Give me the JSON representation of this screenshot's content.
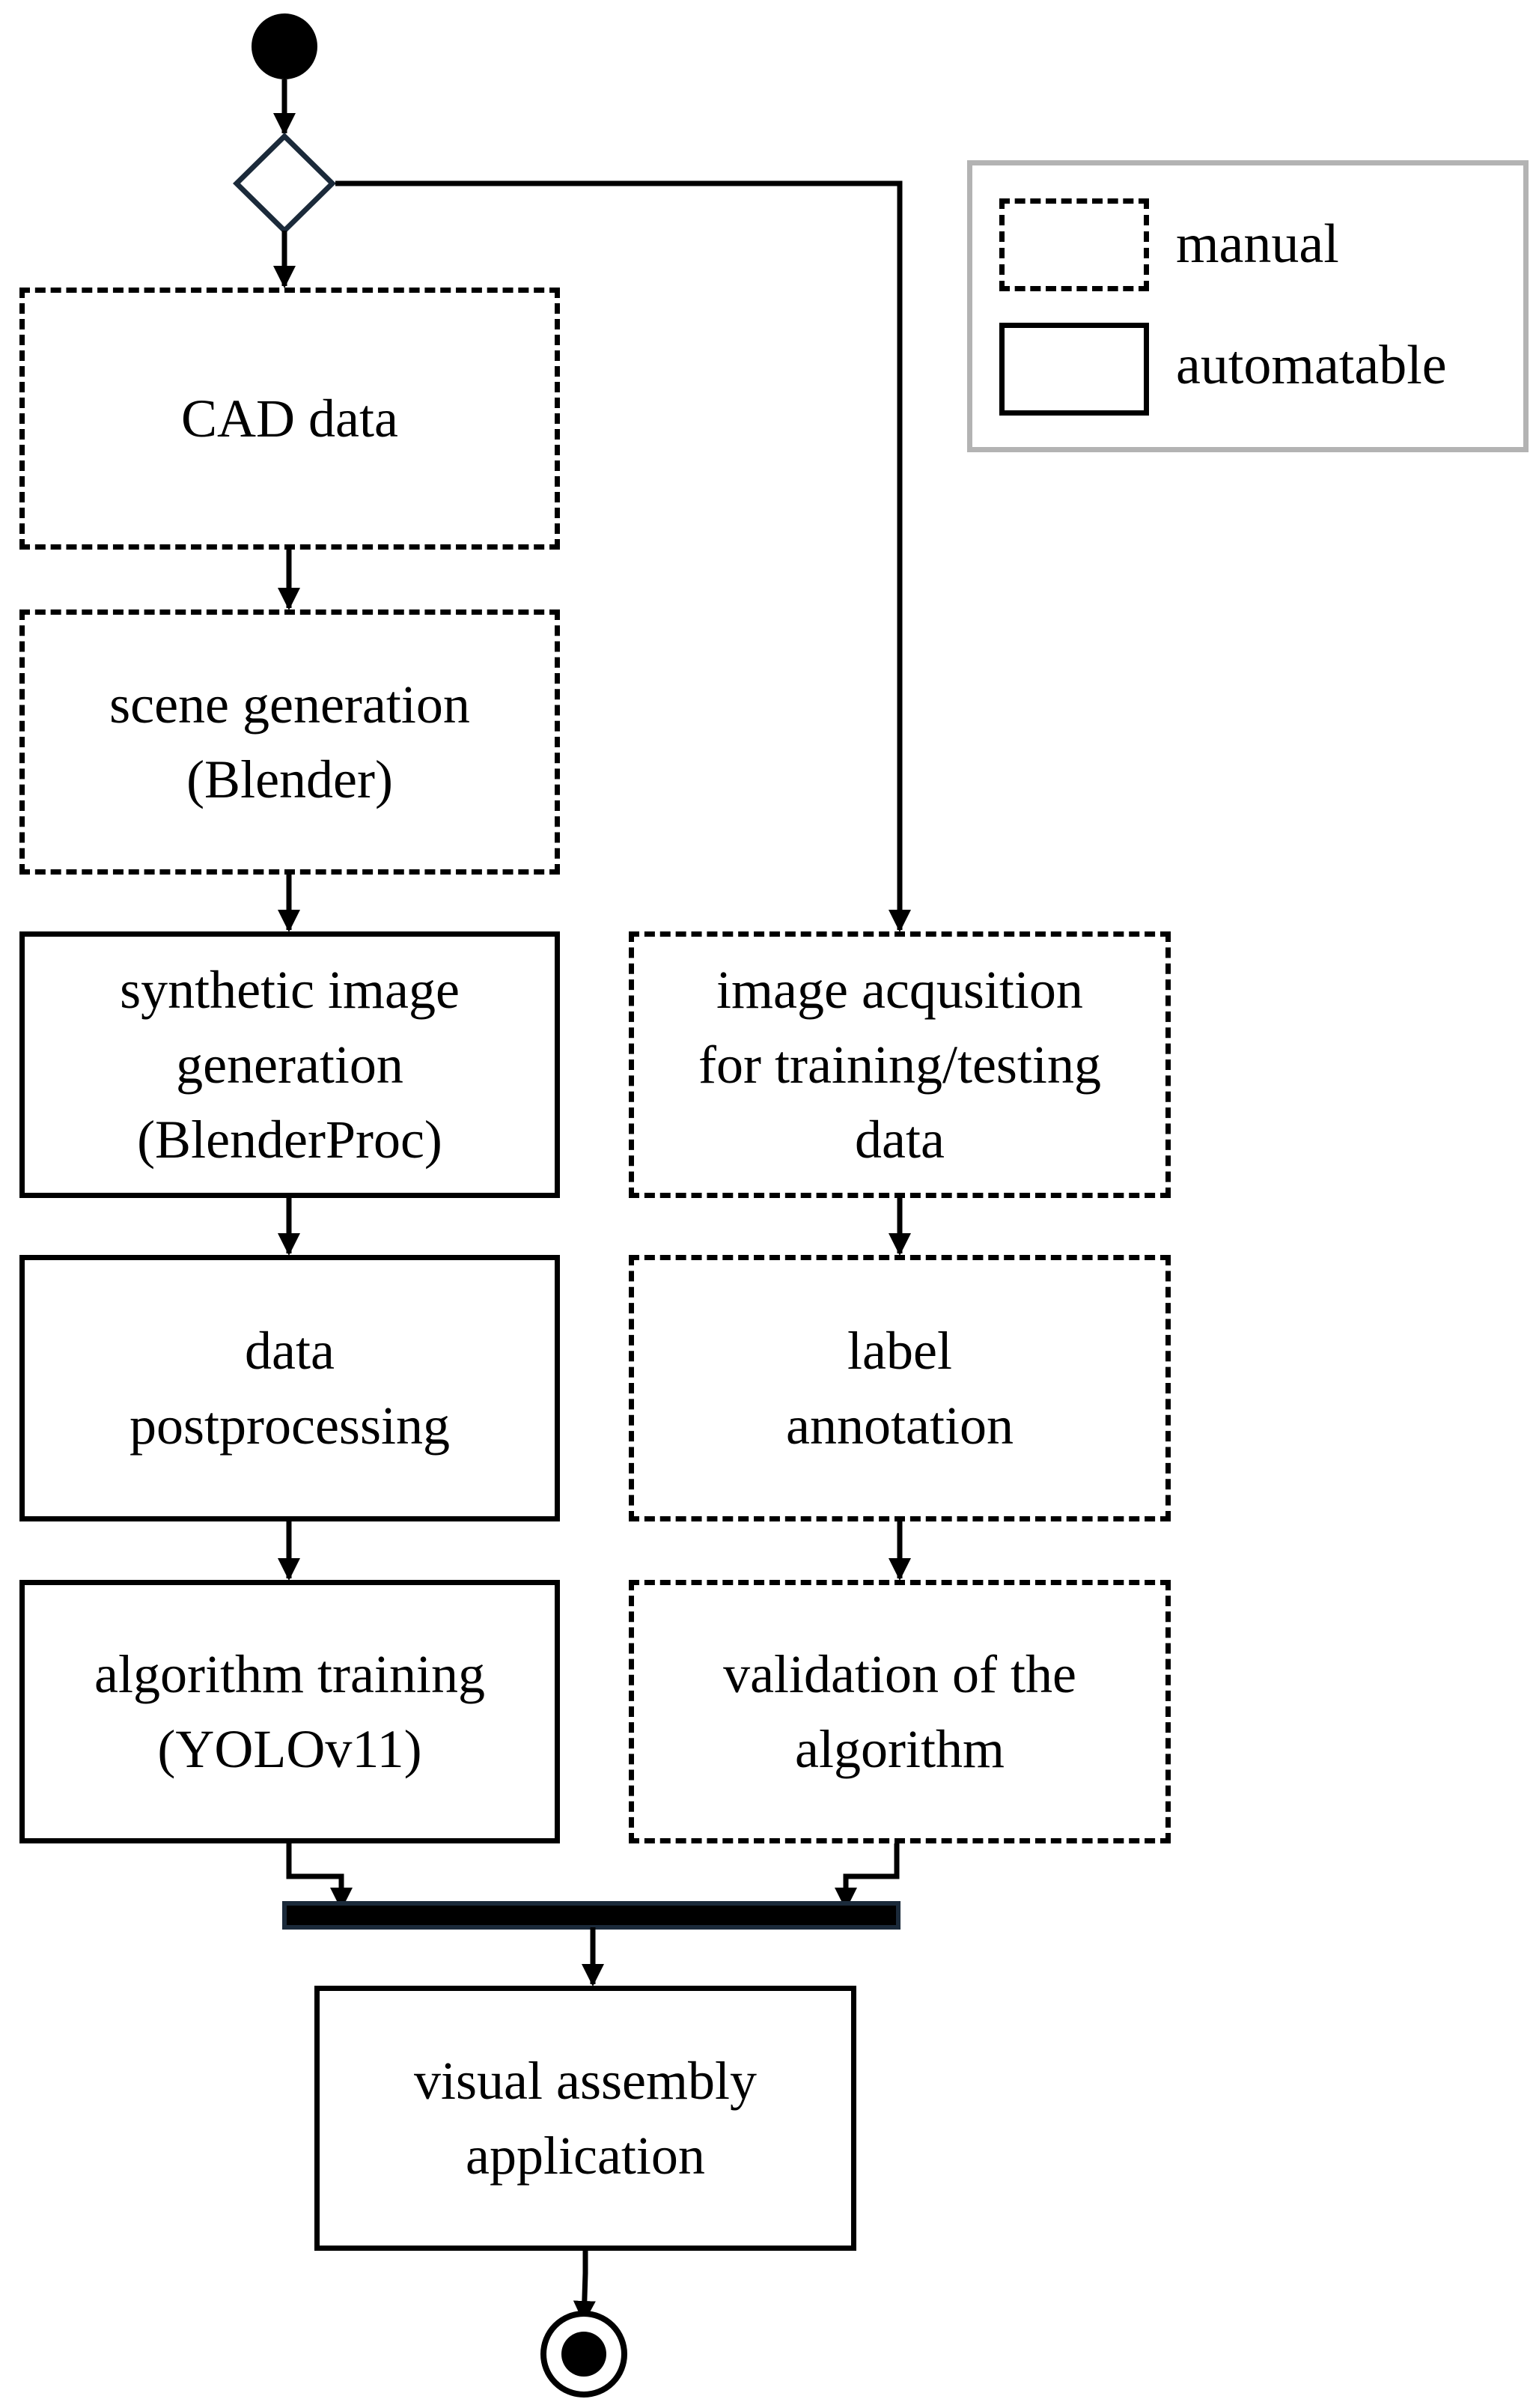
{
  "nodes": {
    "cad_data": "CAD data",
    "scene_generation": "scene generation\n(Blender)",
    "synthetic_image_generation": "synthetic image\ngeneration\n(BlenderProc)",
    "data_postprocessing": "data\npostprocessing",
    "algorithm_training": "algorithm training\n(YOLOv11)",
    "image_acquisition": "image acqusition\nfor training/testing\ndata",
    "label_annotation": "label\nannotation",
    "validation": "validation of the\nalgorithm",
    "visual_assembly": "visual assembly\napplication"
  },
  "legend": {
    "manual": "manual",
    "automatable": "automatable"
  }
}
